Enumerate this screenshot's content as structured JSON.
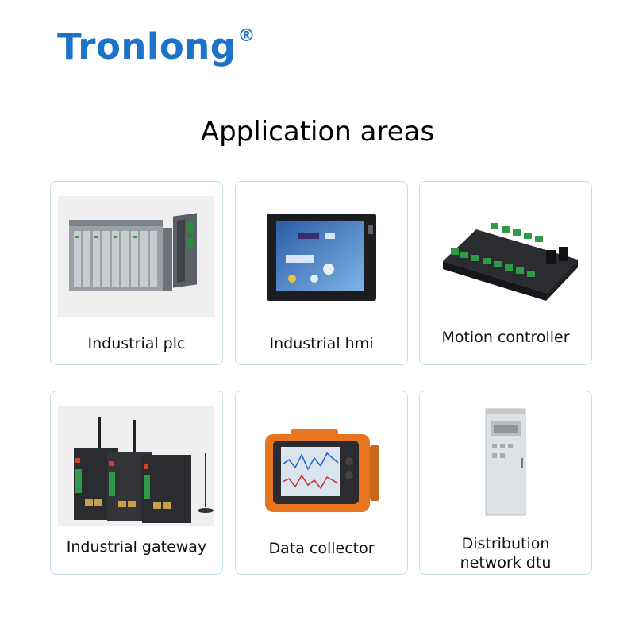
{
  "brand": {
    "name": "Tronlong",
    "mark": "®"
  },
  "heading": "Application areas",
  "cards": [
    {
      "label": "Industrial plc",
      "icon": "plc-rack-image"
    },
    {
      "label": "Industrial hmi",
      "icon": "hmi-panel-image"
    },
    {
      "label": "Motion controller",
      "icon": "motion-controller-board-image"
    },
    {
      "label": "Industrial gateway",
      "icon": "gateway-router-image"
    },
    {
      "label": "Data collector",
      "icon": "data-collector-image"
    },
    {
      "label": "Distribution network dtu",
      "label_line1": "Distribution",
      "label_line2": "network dtu",
      "icon": "distribution-cabinet-image"
    }
  ]
}
